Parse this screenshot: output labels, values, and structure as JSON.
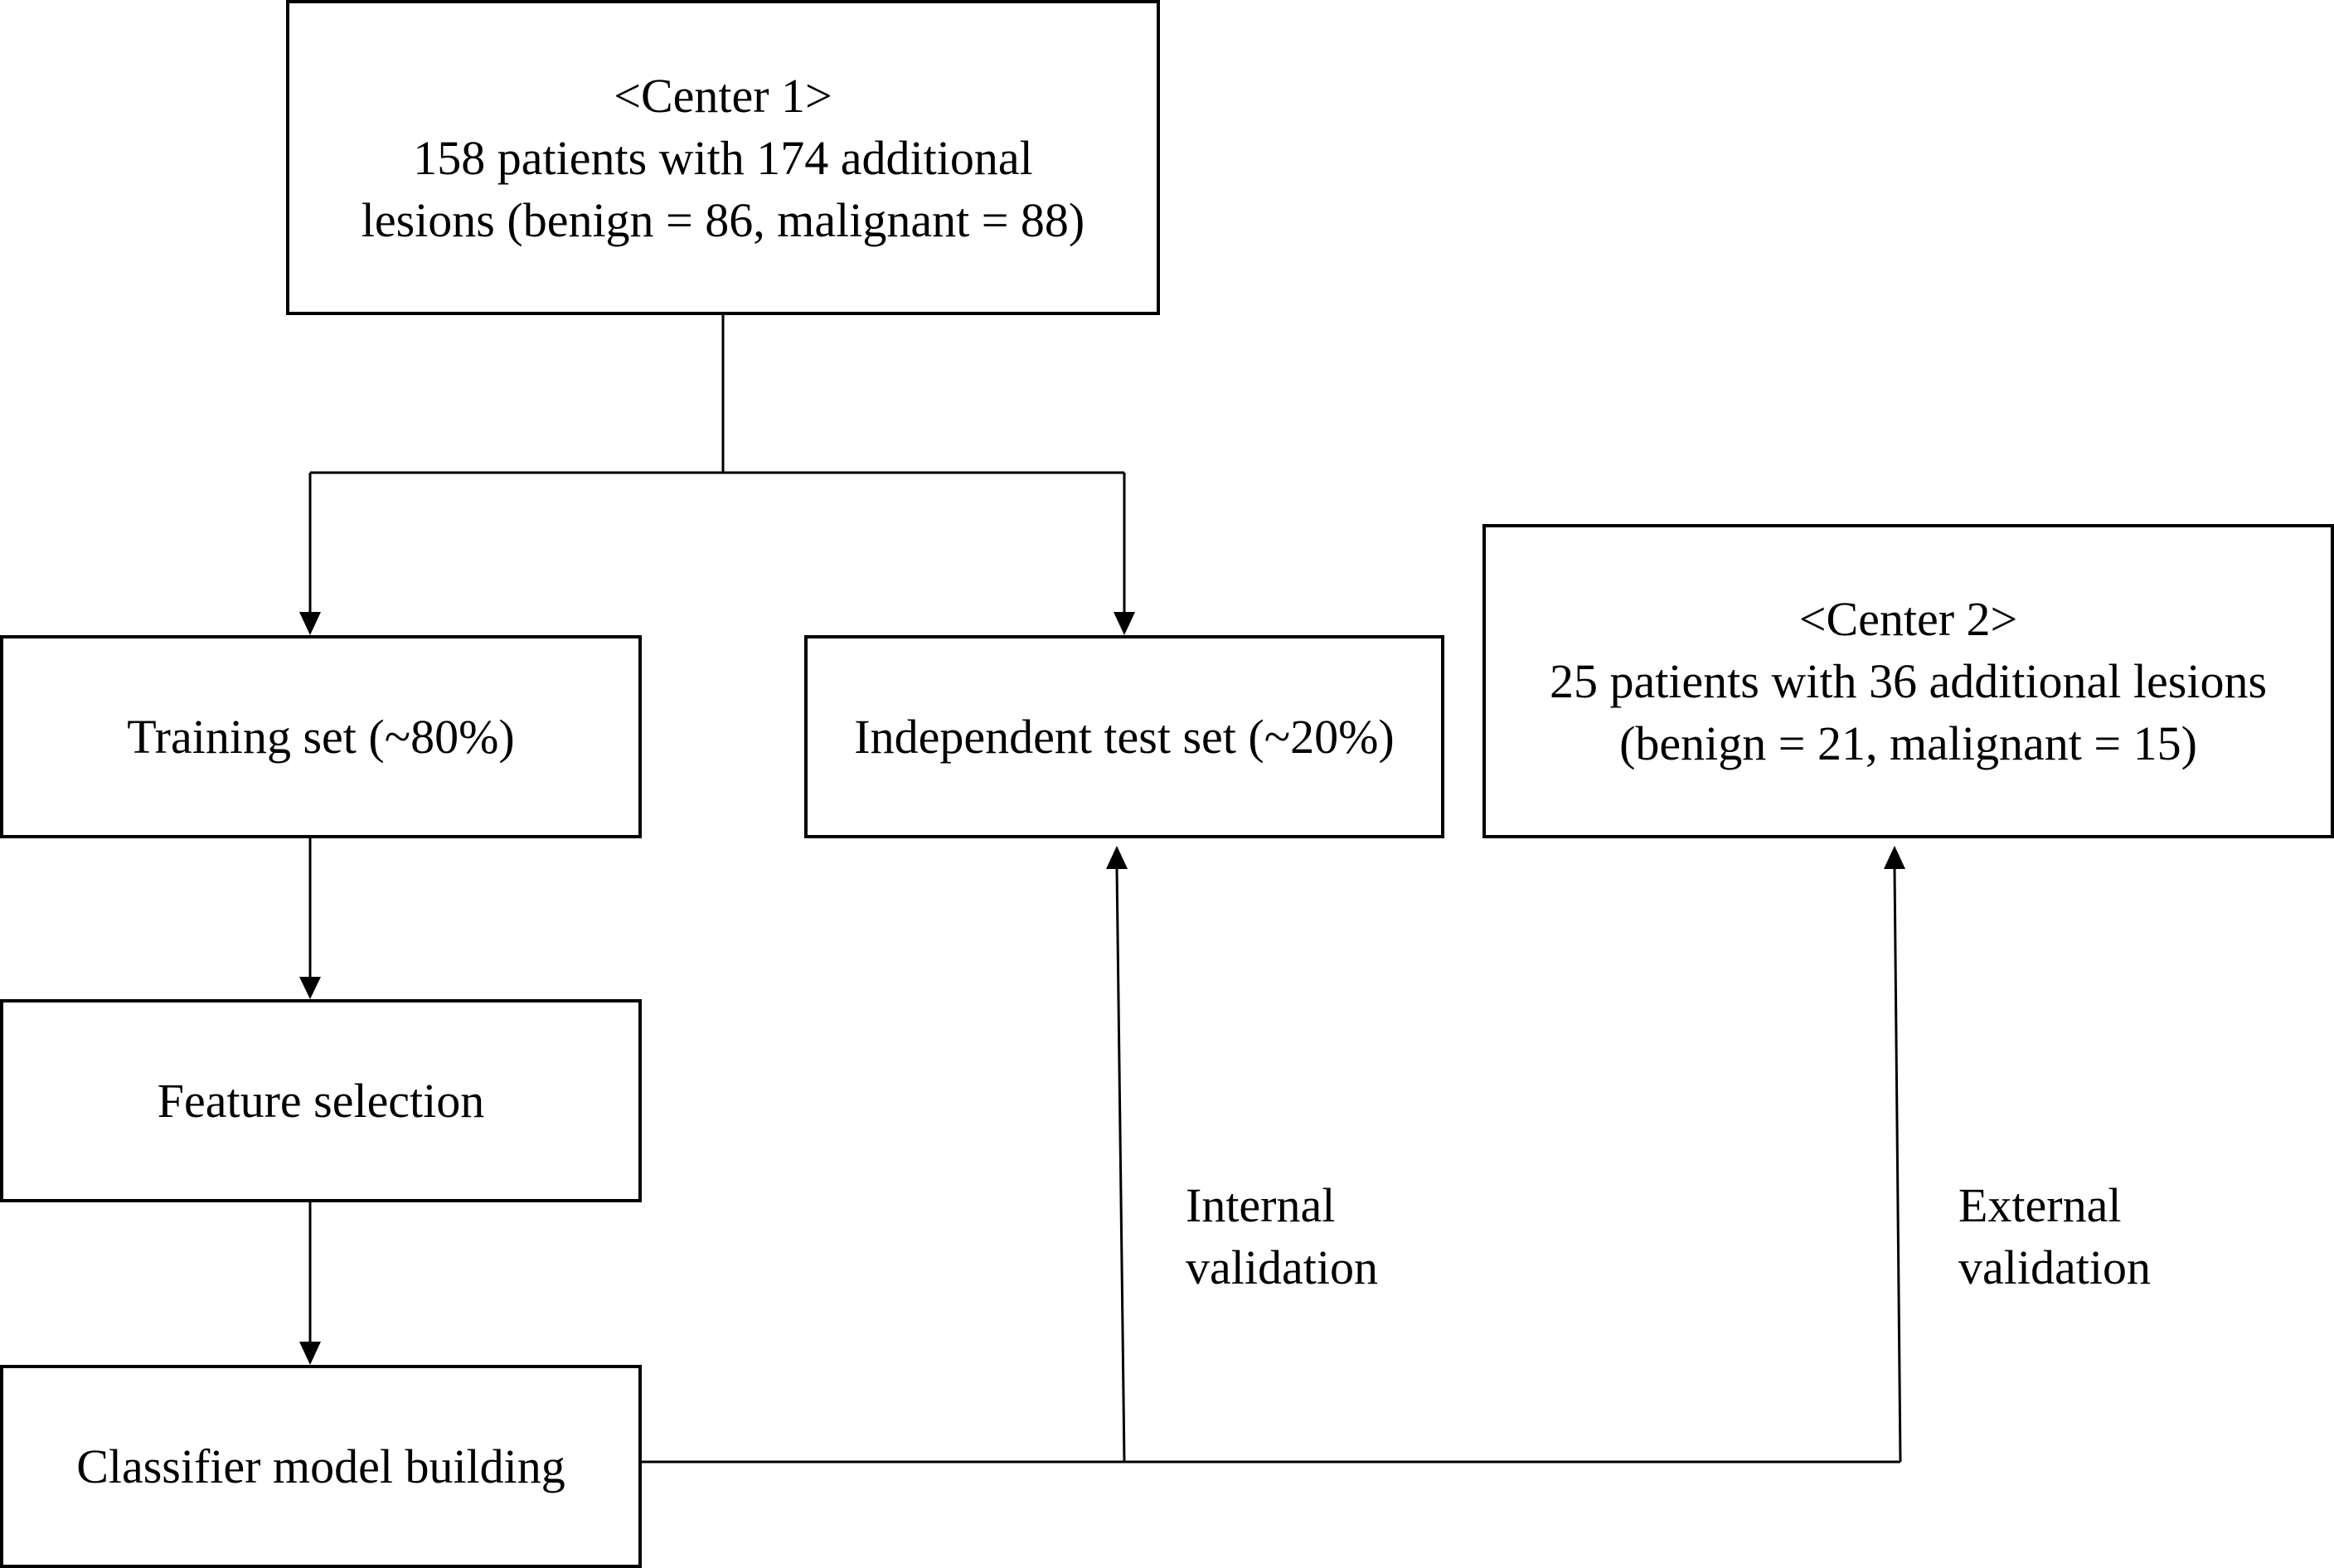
{
  "boxes": {
    "center1": {
      "title": "<Center 1>",
      "line1": "158 patients with 174 additional",
      "line2": "lesions (benign = 86, malignant = 88)"
    },
    "training": {
      "label": "Training set (~80%)"
    },
    "test": {
      "label": "Independent test set (~20%)"
    },
    "center2": {
      "title": "<Center 2>",
      "line1": "25 patients with 36 additional lesions",
      "line2": "(benign = 21, malignant = 15)"
    },
    "feature": {
      "label": "Feature selection"
    },
    "classifier": {
      "label": "Classifier model building"
    }
  },
  "labels": {
    "internal": {
      "line1": "Internal",
      "line2": "validation"
    },
    "external": {
      "line1": "External",
      "line2": "validation"
    }
  },
  "colors": {
    "stroke": "#000000",
    "background": "#ffffff"
  }
}
